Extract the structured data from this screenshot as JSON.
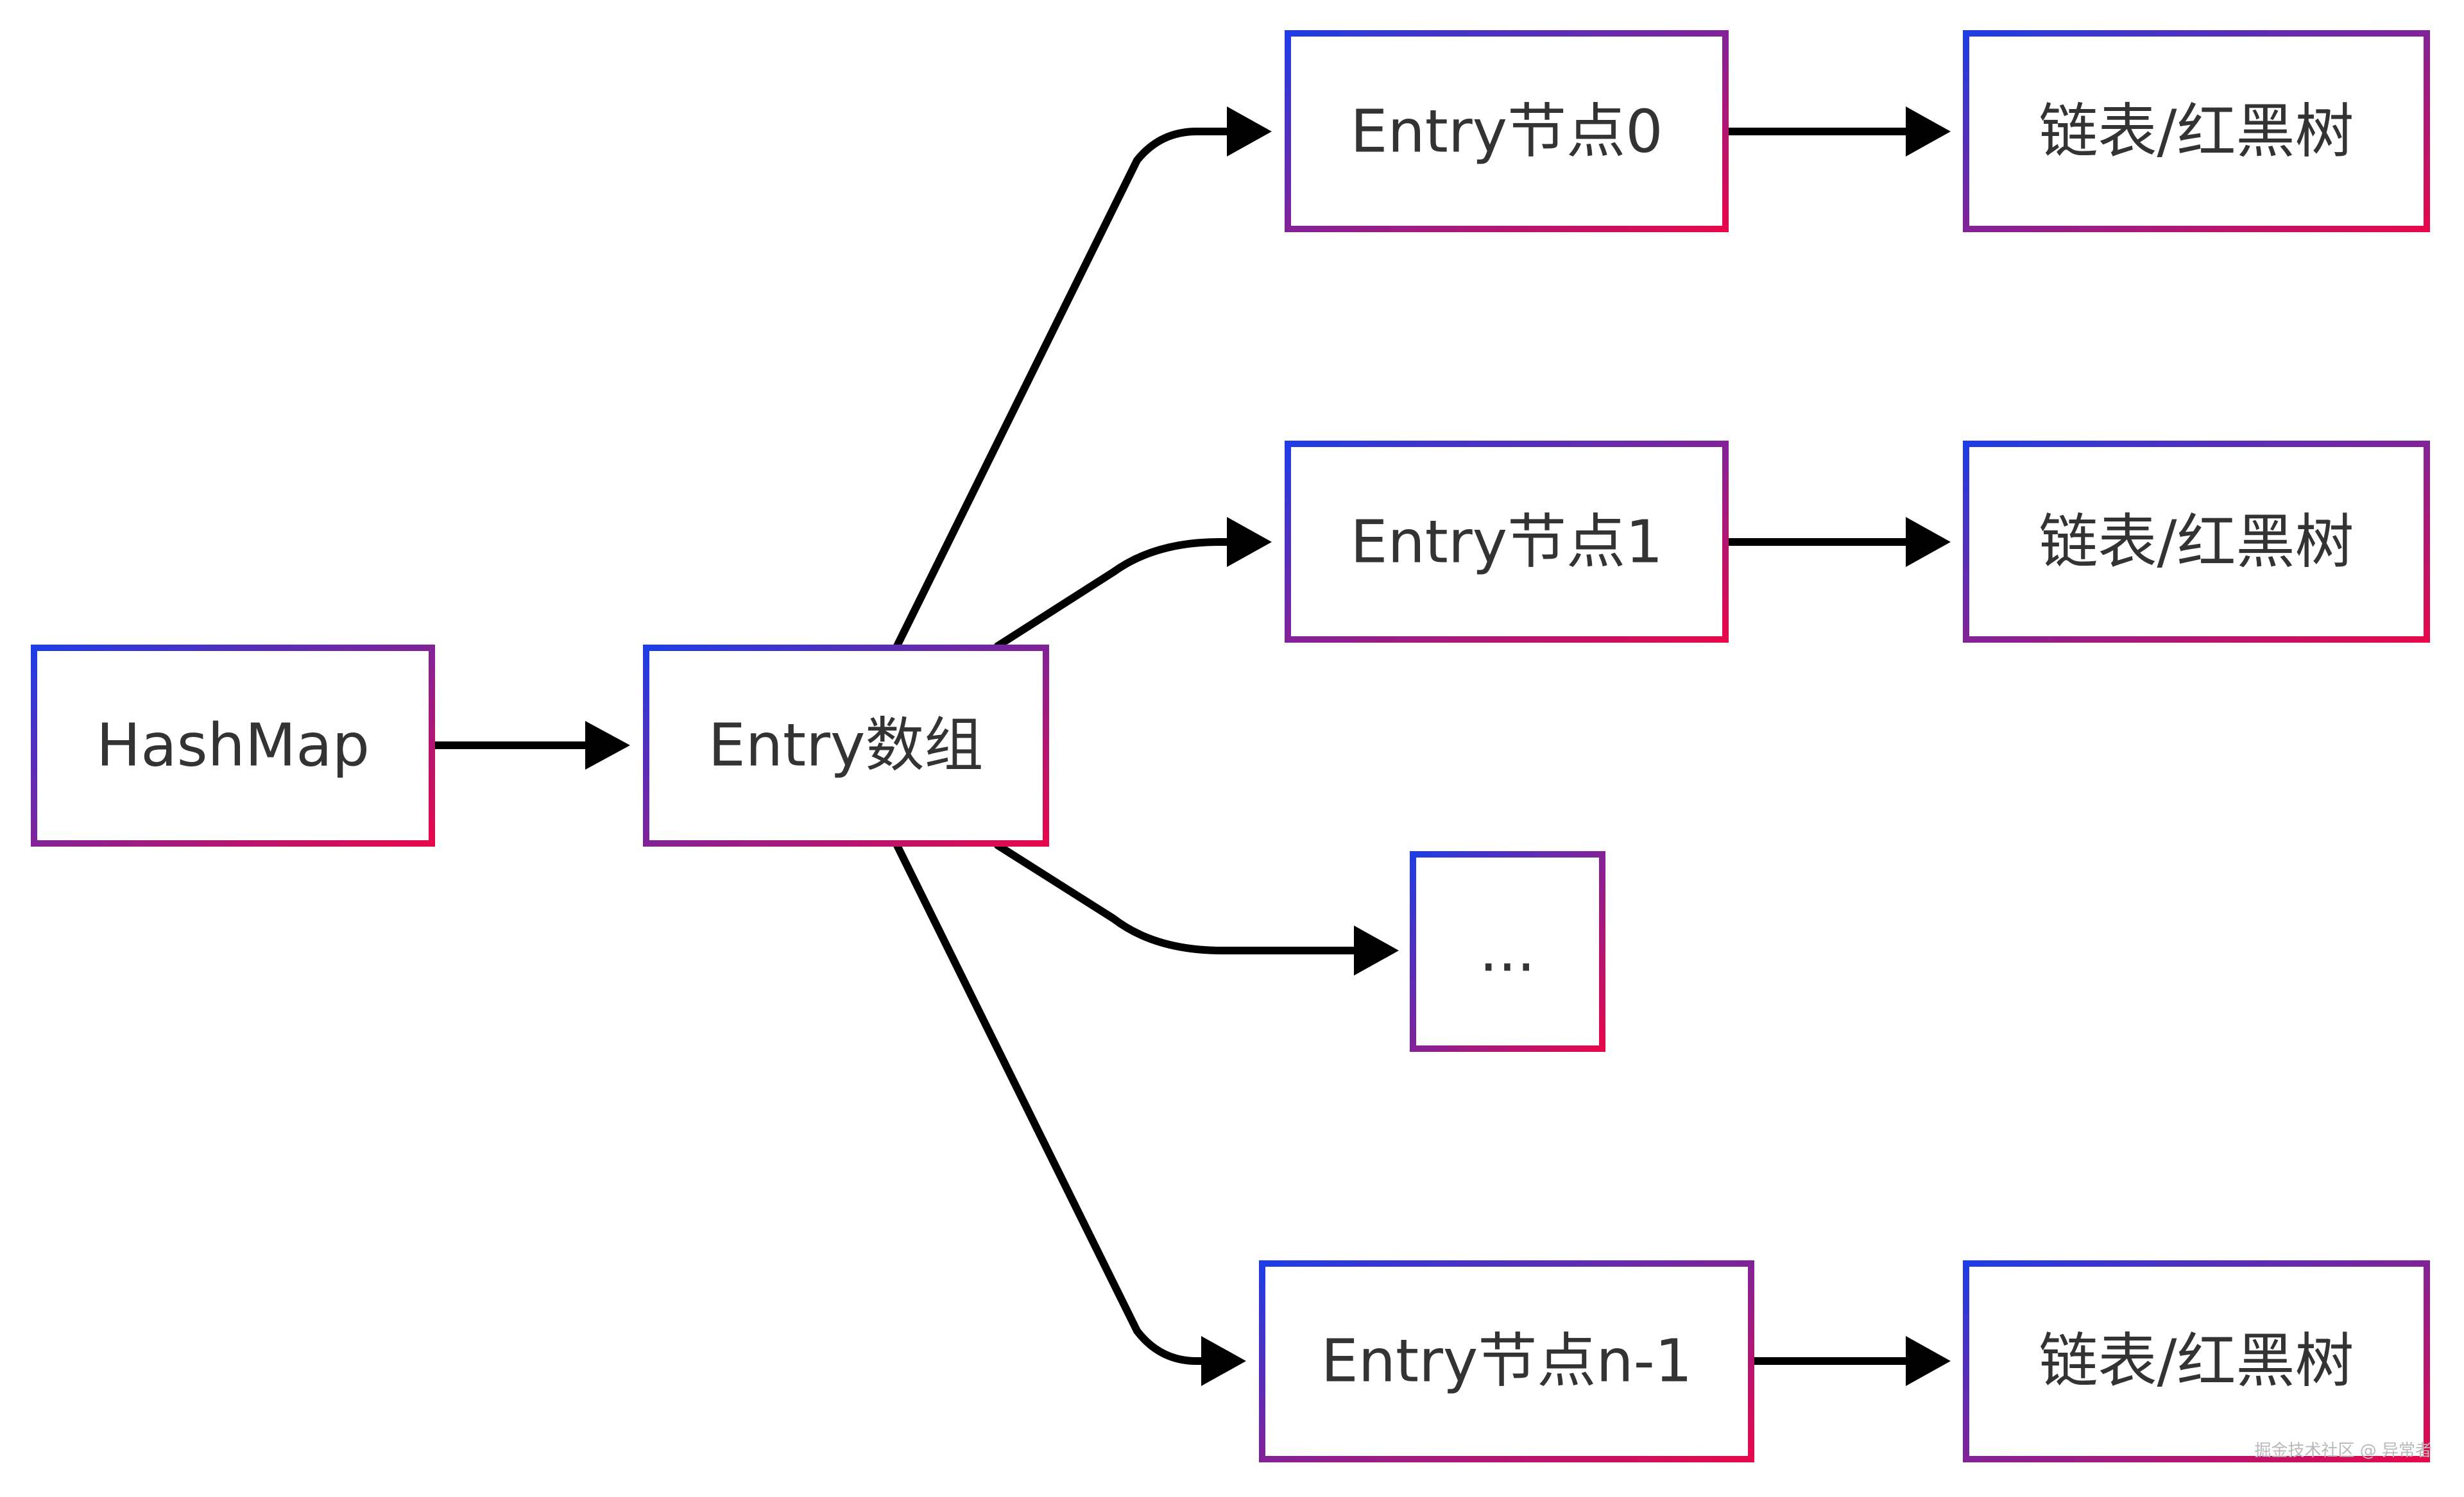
{
  "nodes": {
    "hashmap": "HashMap",
    "entry_array": "Entry数组",
    "entry_0": "Entry节点0",
    "entry_1": "Entry节点1",
    "ellipsis": "...",
    "entry_n1": "Entry节点n-1",
    "list_tree_0": "链表/红黑树",
    "list_tree_1": "链表/红黑树",
    "list_tree_n1": "链表/红黑树"
  },
  "watermark": "掘金技术社区 @ 异常者",
  "colors": {
    "border_start": "#1e3de6",
    "border_end": "#e6084a",
    "arrow": "#000000",
    "text": "#333333"
  }
}
